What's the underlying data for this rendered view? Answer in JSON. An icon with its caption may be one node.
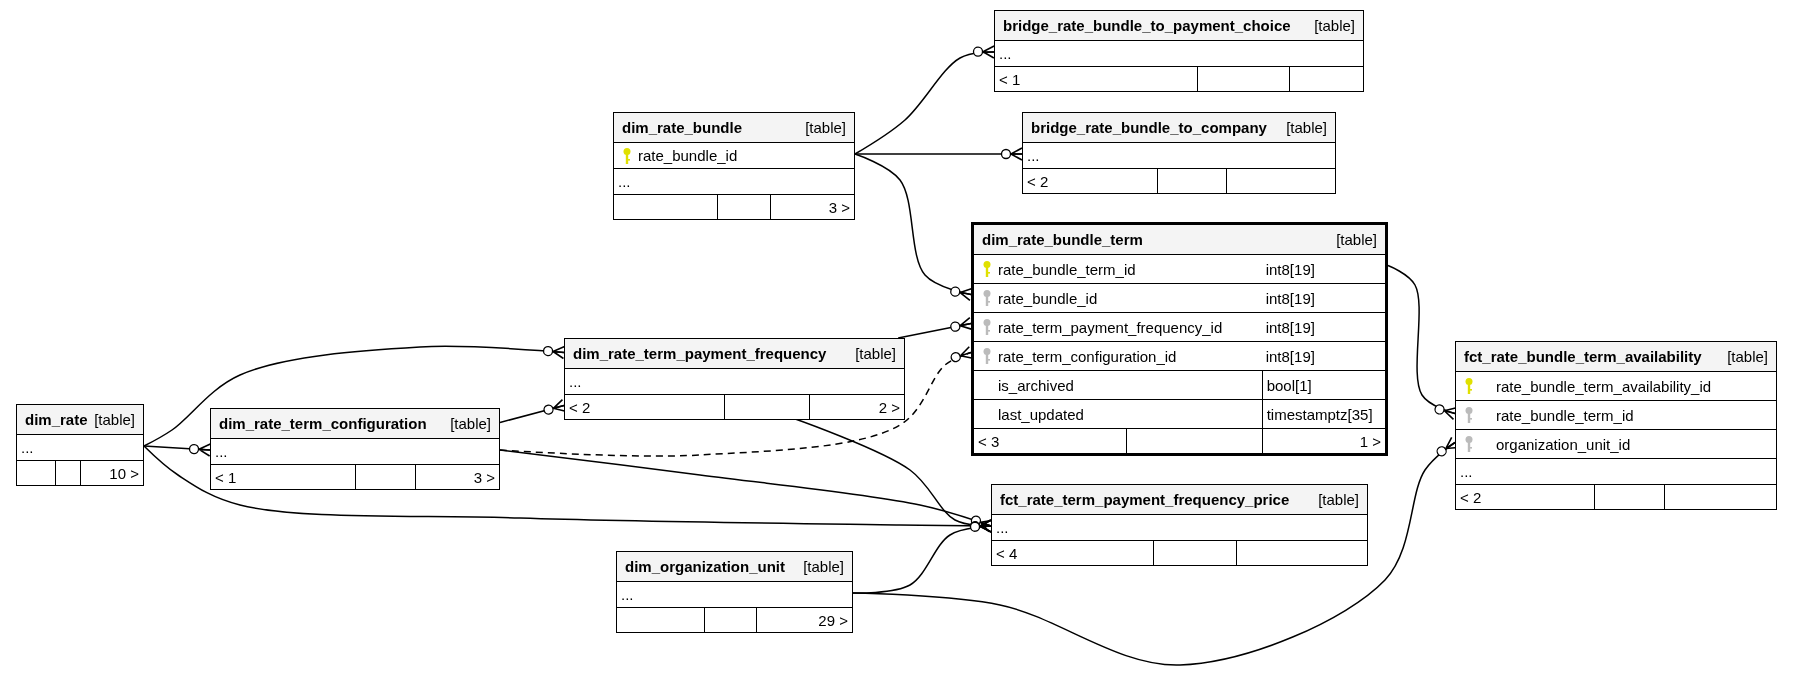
{
  "diagram": {
    "nodes": [
      {
        "text": [
          "bridge_rate_bundle_to_payment_choice",
          "[table]",
          "...",
          "< 1"
        ]
      },
      {
        "text": [
          "dim_rate_bundle",
          "[table]",
          "rate_bundle_id",
          "...",
          "3 >"
        ]
      },
      {
        "text": [
          "bridge_rate_bundle_to_company",
          "[table]",
          "...",
          "< 2"
        ]
      },
      {
        "text": [
          "dim_rate_bundle_term",
          "[table]",
          "rate_bundle_term_id",
          "int8[19]",
          "rate_bundle_id",
          "int8[19]",
          "rate_term_payment_frequency_id",
          "int8[19]",
          "rate_term_configuration_id",
          "int8[19]",
          "is_archived",
          "bool[1]",
          "last_updated",
          "timestamptz[35]",
          "< 3",
          "1 >"
        ]
      },
      {
        "text": [
          "fct_rate_bundle_term_availability",
          "[table]",
          "rate_bundle_term_availability_id",
          "rate_bundle_term_id",
          "organization_unit_id",
          "...",
          "< 2"
        ]
      },
      {
        "text": [
          "dim_rate_term_payment_frequency",
          "[table]",
          "...",
          "< 2",
          "2 >"
        ]
      },
      {
        "text": [
          "dim_rate",
          "[table]",
          "...",
          "10 >"
        ]
      },
      {
        "text": [
          "dim_rate_term_configuration",
          "[table]",
          "...",
          "< 1",
          "3 >"
        ]
      },
      {
        "text": [
          "fct_rate_term_payment_frequency_price",
          "[table]",
          "...",
          "< 4"
        ]
      },
      {
        "text": [
          "dim_organization_unit",
          "[table]",
          "...",
          "29 >"
        ]
      }
    ],
    "edges": [
      {
        "from": 1,
        "to": 0,
        "arrow": "other"
      },
      {
        "from": 1,
        "to": 2,
        "arrow": "other"
      },
      {
        "from": 1,
        "to": 3,
        "arrow": "other"
      },
      {
        "from": 6,
        "to": 5,
        "arrow": "other"
      },
      {
        "from": 6,
        "to": 7,
        "arrow": "other"
      },
      {
        "from": 6,
        "to": 8,
        "arrow": "other"
      },
      {
        "from": 7,
        "to": 3,
        "arrow": "other",
        "style": "dashed"
      },
      {
        "from": 7,
        "to": 5,
        "arrow": "other"
      },
      {
        "from": 7,
        "to": 8,
        "arrow": "other"
      },
      {
        "from": 5,
        "to": 3,
        "arrow": "other"
      },
      {
        "from": 5,
        "to": 8,
        "arrow": "other"
      },
      {
        "from": 9,
        "to": 8,
        "arrow": "other"
      },
      {
        "from": 9,
        "to": 4,
        "arrow": "other"
      },
      {
        "from": 3,
        "to": 4,
        "arrow": "other"
      }
    ]
  }
}
